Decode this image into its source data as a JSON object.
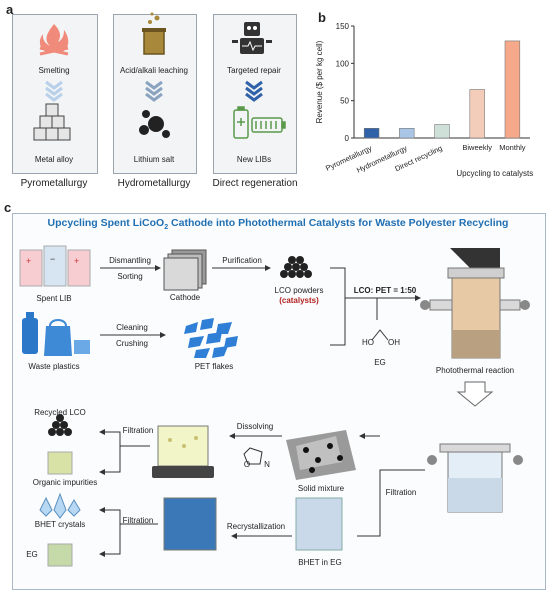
{
  "panels": {
    "a": "a",
    "b": "b",
    "c": "c"
  },
  "panel_a": {
    "columns": [
      {
        "step1": "Smelting",
        "step2": "Metal alloy",
        "caption": "Pyrometallurgy"
      },
      {
        "step1": "Acid/alkali leaching",
        "step2": "Lithium salt",
        "caption": "Hydrometallurgy"
      },
      {
        "step1": "Targeted repair",
        "step2": "New LIBs",
        "caption": "Direct regeneration"
      }
    ]
  },
  "chart_data": {
    "type": "bar",
    "ylabel": "Revenue ($ per kg cell)",
    "ylim": [
      0,
      150
    ],
    "yticks": [
      "0",
      "50",
      "100",
      "150"
    ],
    "categories": [
      "Pyrometallurgy",
      "Hydrometallurgy",
      "Direct recycling",
      "Biweekly",
      "Monthly"
    ],
    "values": [
      13,
      13,
      18,
      65,
      130
    ],
    "colors": [
      "#2f62a8",
      "#a9c6e6",
      "#cfe0d8",
      "#f3cdb9",
      "#f5a98a"
    ],
    "group_label": "Upcycling to catalysts"
  },
  "panel_c": {
    "title_part1": "Upcycling Spent LiCoO",
    "title_sub": "2",
    "title_part2": " Cathode into Photothermal Catalysts for Waste Polyester Recycling",
    "spent_lib": "Spent LIB",
    "dismantling": "Dismantling",
    "sorting": "Sorting",
    "cathode": "Cathode",
    "purification": "Purification",
    "lco_powders": "LCO powders",
    "catalysts": "(catalysts)",
    "ratio": "LCO: PET = 1:50",
    "waste_plastics": "Waste plastics",
    "cleaning": "Cleaning",
    "crushing": "Crushing",
    "pet_flakes": "PET flakes",
    "eg_struct": "EG",
    "oh1": "HO",
    "oh2": "OH",
    "photothermal": "Photothermal reaction",
    "recycled_lco": "Recycled LCO",
    "filtration1": "Filtration",
    "dissolving": "Dissolving",
    "solid_mixture": "Solid mixture",
    "filtration_right": "Filtration",
    "organic_impurities": "Organic impurities",
    "bhet_crystals": "BHET crystals",
    "filtration2": "Filtration",
    "recrystallization": "Recrystallization",
    "bhet_in_eg": "BHET in EG",
    "eg_bottom": "EG",
    "nmp_o": "O",
    "nmp_n": "N"
  },
  "colors": {
    "accent_blue": "#1f6fb3",
    "catalyst_red": "#b22222",
    "flake_blue": "#2f7fd6"
  }
}
